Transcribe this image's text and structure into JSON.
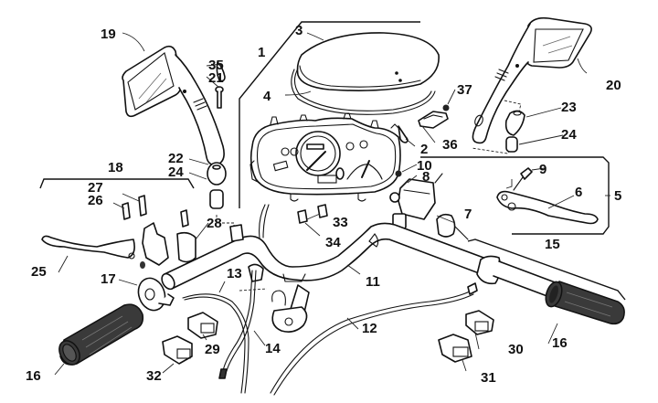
{
  "diagram": {
    "title": "Handlebar and instrument cluster exploded parts diagram",
    "callouts": [
      {
        "id": "1",
        "label": "1"
      },
      {
        "id": "2",
        "label": "2"
      },
      {
        "id": "3",
        "label": "3"
      },
      {
        "id": "4",
        "label": "4"
      },
      {
        "id": "5",
        "label": "5"
      },
      {
        "id": "6",
        "label": "6"
      },
      {
        "id": "7",
        "label": "7"
      },
      {
        "id": "8",
        "label": "8"
      },
      {
        "id": "9",
        "label": "9"
      },
      {
        "id": "10",
        "label": "10"
      },
      {
        "id": "11",
        "label": "11"
      },
      {
        "id": "12",
        "label": "12"
      },
      {
        "id": "13",
        "label": "13"
      },
      {
        "id": "14",
        "label": "14"
      },
      {
        "id": "15",
        "label": "15"
      },
      {
        "id": "16a",
        "label": "16"
      },
      {
        "id": "16b",
        "label": "16"
      },
      {
        "id": "17",
        "label": "17"
      },
      {
        "id": "18",
        "label": "18"
      },
      {
        "id": "19",
        "label": "19"
      },
      {
        "id": "20",
        "label": "20"
      },
      {
        "id": "21",
        "label": "21"
      },
      {
        "id": "22",
        "label": "22"
      },
      {
        "id": "23",
        "label": "23"
      },
      {
        "id": "24a",
        "label": "24"
      },
      {
        "id": "24b",
        "label": "24"
      },
      {
        "id": "25",
        "label": "25"
      },
      {
        "id": "26",
        "label": "26"
      },
      {
        "id": "27",
        "label": "27"
      },
      {
        "id": "28",
        "label": "28"
      },
      {
        "id": "29",
        "label": "29"
      },
      {
        "id": "30",
        "label": "30"
      },
      {
        "id": "31",
        "label": "31"
      },
      {
        "id": "32",
        "label": "32"
      },
      {
        "id": "33",
        "label": "33"
      },
      {
        "id": "34",
        "label": "34"
      },
      {
        "id": "35",
        "label": "35"
      },
      {
        "id": "36",
        "label": "36"
      },
      {
        "id": "37",
        "label": "37"
      }
    ],
    "parts": {
      "mirror_left": "left rear-view mirror",
      "mirror_right": "right rear-view mirror",
      "instrument_cluster": "instrument panel",
      "cover": "instrument cover",
      "gasket": "cover gasket",
      "handlebar": "handlebar",
      "left_lever": "left brake lever",
      "right_lever": "right brake lever",
      "left_grip": "left grip",
      "right_grip": "right throttle grip",
      "throttle_cable": "throttle cable",
      "speedometer_cable": "speedometer cable",
      "switches": "handlebar switches"
    }
  }
}
